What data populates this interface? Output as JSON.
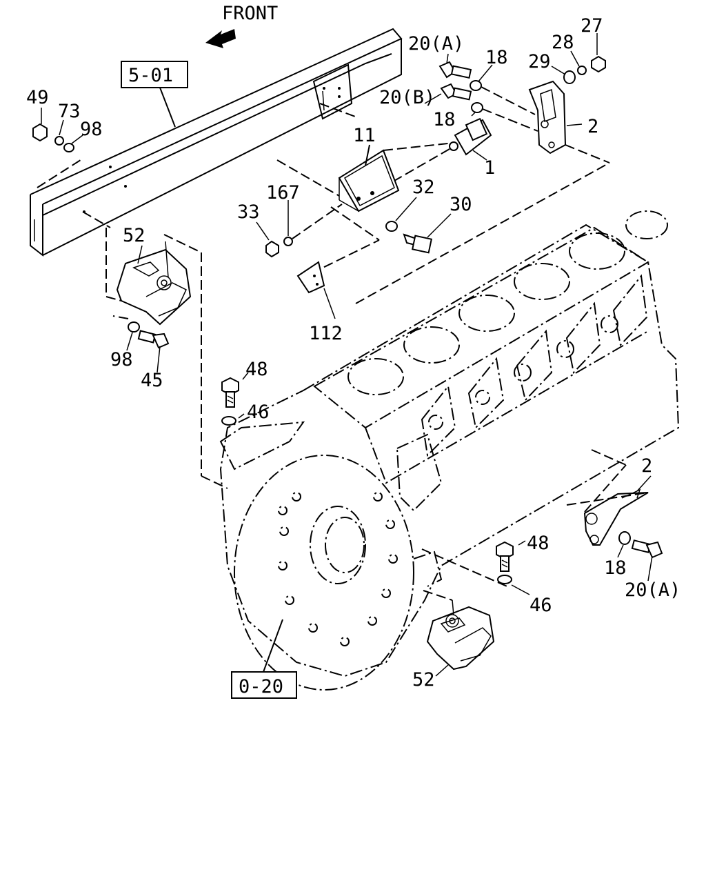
{
  "direction": {
    "front_label": "FRONT"
  },
  "reference_boxes": {
    "frame_ref": "5-01",
    "engine_ref": "0-20"
  },
  "callouts": {
    "p49": "49",
    "p73": "73",
    "p98_top": "98",
    "p11": "11",
    "p167": "167",
    "p32": "32",
    "p30": "30",
    "p33": "33",
    "p112": "112",
    "p20a_top": "20(A)",
    "p20b": "20(B)",
    "p18_top1": "18",
    "p18_top2": "18",
    "p29": "29",
    "p28": "28",
    "p27": "27",
    "p2_top": "2",
    "p1": "1",
    "p52_left": "52",
    "p98_left": "98",
    "p45": "45",
    "p48_top": "48",
    "p46_top": "46",
    "p2_right": "2",
    "p48_right": "48",
    "p46_right": "46",
    "p18_right": "18",
    "p20a_right": "20(A)",
    "p52_bottom": "52"
  }
}
